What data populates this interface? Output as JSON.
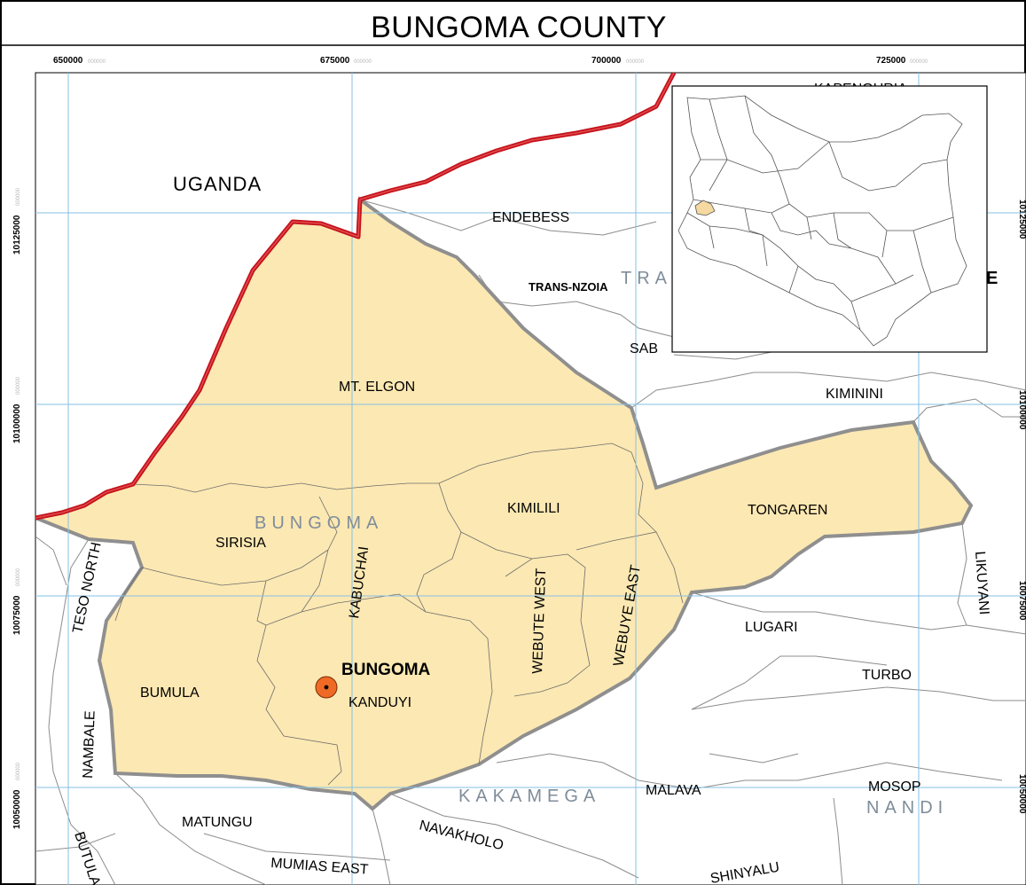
{
  "title": "BUNGOMA COUNTY",
  "grid": {
    "eastings": [
      {
        "label": "650000",
        "suffix": "000000"
      },
      {
        "label": "675000",
        "suffix": "000000"
      },
      {
        "label": "700000",
        "suffix": "000000"
      },
      {
        "label": "725000",
        "suffix": "000000"
      }
    ],
    "northings": [
      {
        "label": "10125000",
        "suffix": "000000"
      },
      {
        "label": "10100000",
        "suffix": "000000"
      },
      {
        "label": "10075000",
        "suffix": "000000"
      },
      {
        "label": "10050000",
        "suffix": "000000"
      }
    ]
  },
  "country": "UGANDA",
  "counties": {
    "bungoma": "BUNGOMA",
    "kakamega": "KAKAMEGA",
    "nandi": "NANDI",
    "trans_nzoia_partial": "TRA",
    "trans_nzoia_edge": "E"
  },
  "subcounties_bungoma": [
    "MT. ELGON",
    "SIRISIA",
    "KABUCHAI",
    "KIMILILI",
    "TONGAREN",
    "WEBUTE WEST",
    "WEBUYE EAST",
    "BUMULA",
    "KANDUYI"
  ],
  "neighbouring_areas": [
    "ENDEBESS",
    "TRANS-NZOIA",
    "SAB",
    "KIMININI",
    "LUGARI",
    "TURBO",
    "LIKUYANI",
    "TESO NORTH",
    "NAMBALE",
    "BUTULA",
    "MATUNGU",
    "MALAVA",
    "MOSOP",
    "NAVAKHOLO",
    "MUMIAS EAST",
    "SHINYALU",
    "KAPENGURIA"
  ],
  "town": "BUNGOMA",
  "colors": {
    "county_fill": "#fce8b2",
    "county_border": "#8f8f8f",
    "international_border": "#c4111b",
    "grid": "#86c1e6",
    "town_marker": "#ef6a25",
    "inset_highlight": "#f5d9a0"
  }
}
